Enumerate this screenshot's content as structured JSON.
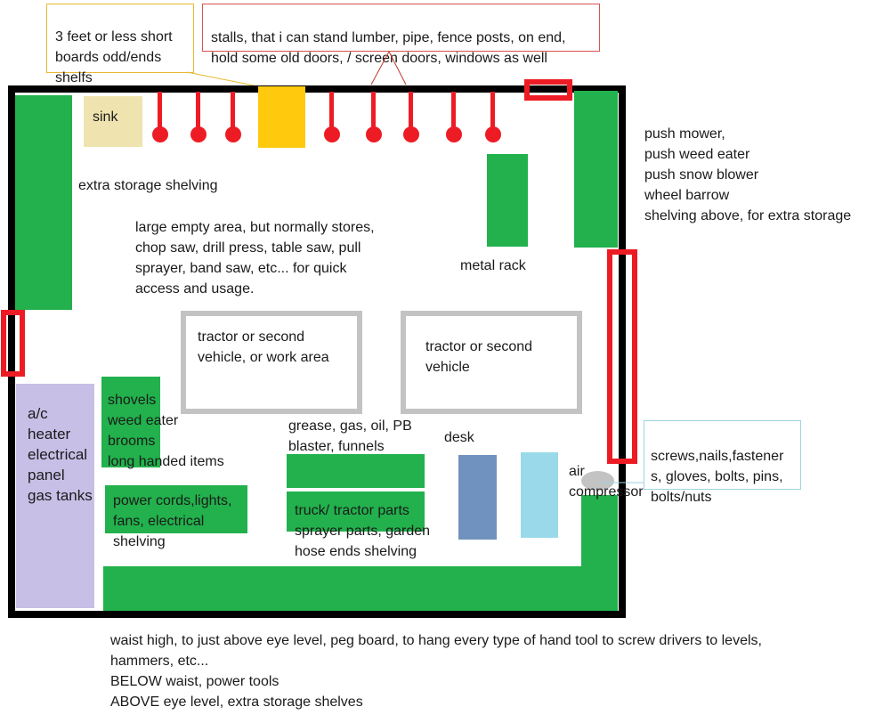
{
  "labels": {
    "shelfs_note": "3 feet or less short\nboards odd/ends\nshelfs",
    "stalls_note": "stalls, that i can stand lumber, pipe, fence posts, on end,\nhold some old doors, / screen doors, windows as well",
    "sink": "sink",
    "extra_storage": "extra storage shelving",
    "large_area": "large empty area, but normally stores,\nchop saw, drill press, table saw, pull\nsprayer, band saw, etc...  for quick\naccess and usage.",
    "metal_rack": "metal rack",
    "right_note": "push mower,\npush weed eater\npush snow blower\nwheel barrow\nshelving above, for extra storage",
    "tractor_left": "tractor or second\nvehicle, or work area",
    "tractor_right": "tractor or second\nvehicle",
    "ac_box": "a/c\nheater\nelectrical\npanel\ngas tanks",
    "shovels": "shovels\nweed eater\nbrooms\nlong handed items",
    "grease": "grease, gas, oil, PB\nblaster, funnels",
    "desk": "desk",
    "screws_note": "screws,nails,fastener\ns, gloves, bolts, pins,\nbolts/nuts",
    "air_compressor": "air\ncompressor",
    "power_cords": "power cords,lights,\nfans, electrical\nshelving",
    "truck_parts": "truck/ tractor parts\nsprayer parts, garden\nhose ends shelving",
    "bottom_note": "waist high, to just above eye level, peg board, to hang every type of hand tool to screw drivers to levels,\nhammers, etc...\nBELOW waist, power tools\nABOVE eye level, extra storage shelves"
  },
  "colors": {
    "shelving": "#22b14c",
    "stalls": "#ed1c24",
    "short_boards": "#ffc90e",
    "sink": "#efe4b0",
    "ac_panel": "#c8bfe7",
    "desk_dark": "#7092be",
    "desk_light": "#99d9ea",
    "compressor": "#c3c3c3",
    "tractor_outline": "#c3c3c3",
    "wall": "#000000"
  }
}
